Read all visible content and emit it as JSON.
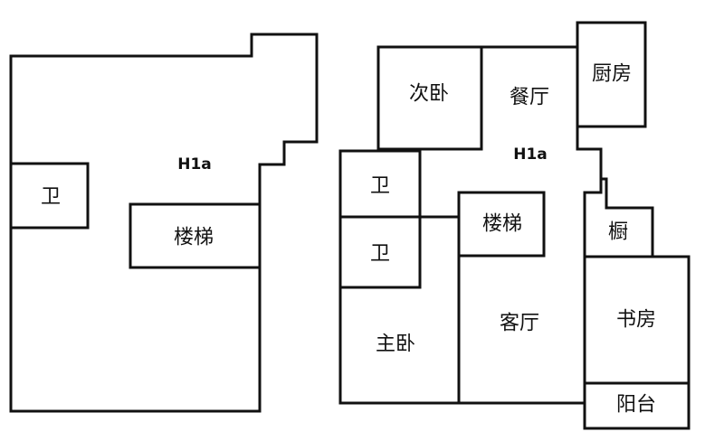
{
  "left_plan": {
    "unit_label": "H1a",
    "rooms": {
      "bathroom": "卫",
      "stairs": "楼梯"
    }
  },
  "right_plan": {
    "unit_label": "H1a",
    "rooms": {
      "second_bedroom": "次卧",
      "dining_room": "餐厅",
      "kitchen": "厨房",
      "bathroom_1": "卫",
      "bathroom_2": "卫",
      "stairs": "楼梯",
      "cabinet": "橱",
      "master_bedroom": "主卧",
      "living_room": "客厅",
      "study": "书房",
      "balcony": "阳台"
    }
  }
}
